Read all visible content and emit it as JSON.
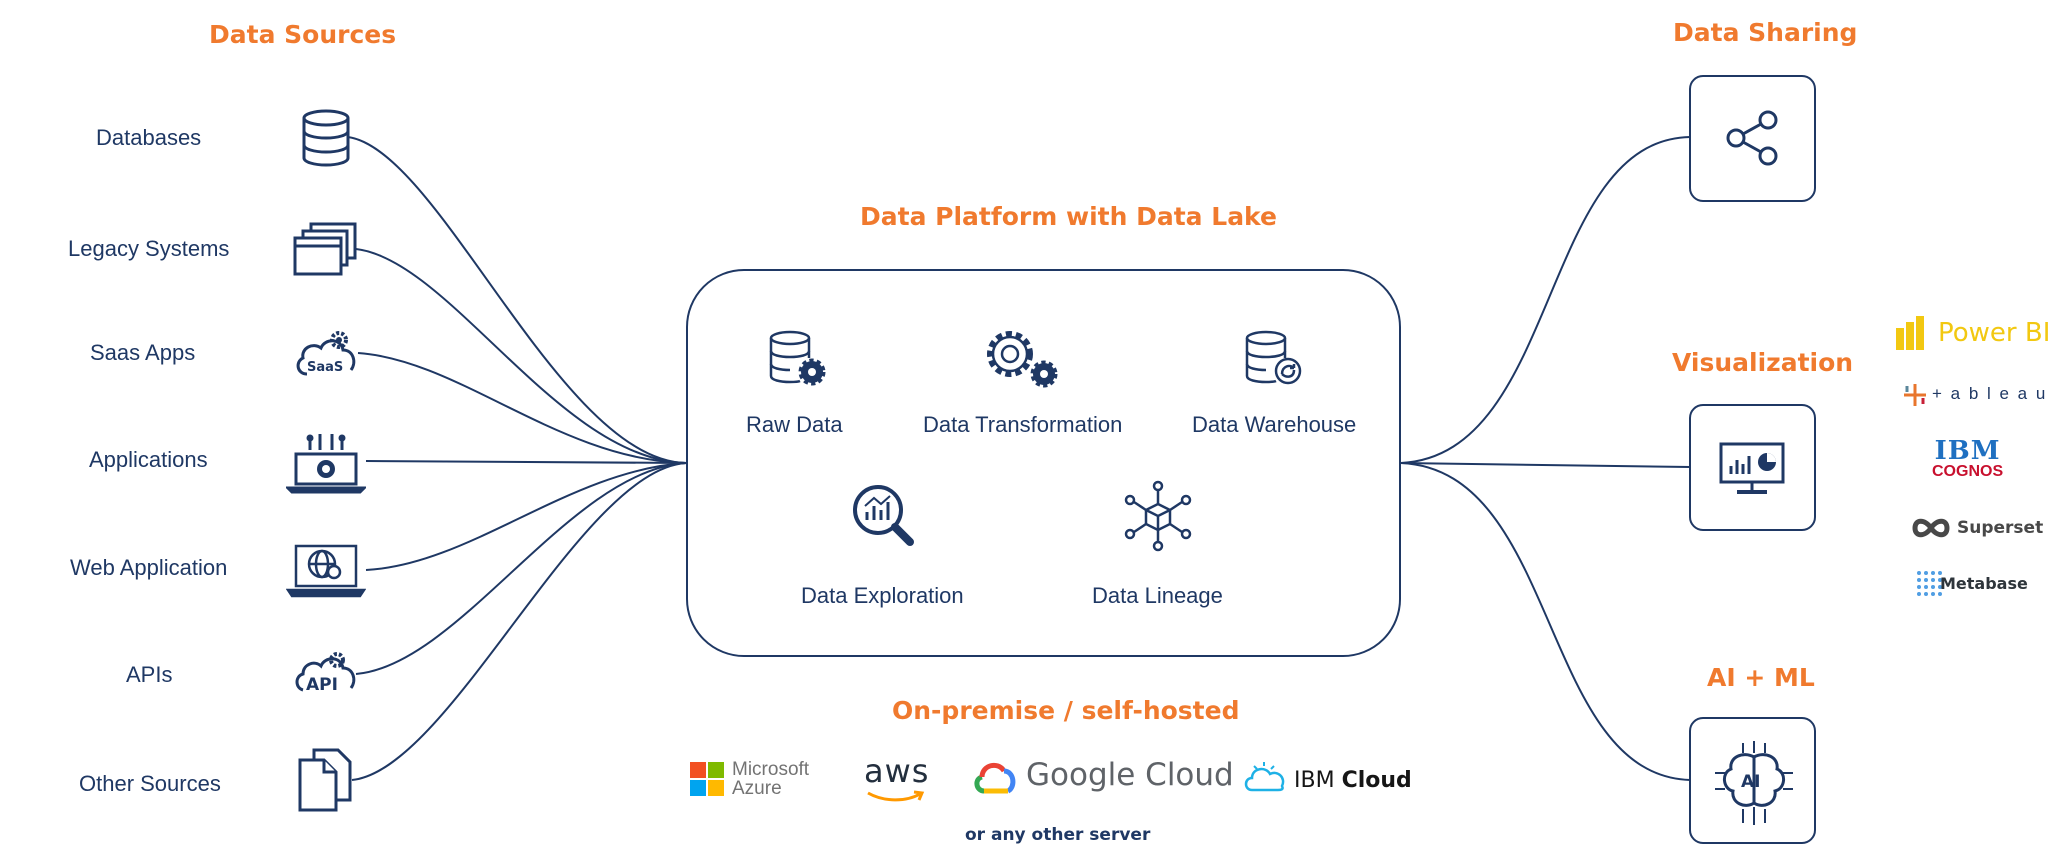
{
  "headers": {
    "data_sources": "Data Sources",
    "platform": "Data Platform with Data Lake",
    "data_sharing": "Data Sharing",
    "visualization": "Visualization",
    "ai_ml": "AI + ML",
    "on_premise": "On-premise / self-hosted",
    "other_server": "or any other server"
  },
  "sources": [
    {
      "label": "Databases",
      "icon": "database-icon"
    },
    {
      "label": "Legacy Systems",
      "icon": "stacked-windows-icon"
    },
    {
      "label": "Saas Apps",
      "icon": "saas-cloud-icon"
    },
    {
      "label": "Applications",
      "icon": "laptop-gear-icon"
    },
    {
      "label": "Web Application",
      "icon": "laptop-globe-icon"
    },
    {
      "label": "APIs",
      "icon": "api-cloud-icon"
    },
    {
      "label": "Other Sources",
      "icon": "documents-icon"
    }
  ],
  "platform_items": [
    {
      "label": "Raw Data",
      "icon": "database-gear-icon"
    },
    {
      "label": "Data Transformation",
      "icon": "gears-icon"
    },
    {
      "label": "Data Warehouse",
      "icon": "database-sync-icon"
    },
    {
      "label": "Data Exploration",
      "icon": "magnifier-chart-icon"
    },
    {
      "label": "Data Lineage",
      "icon": "cube-network-icon"
    }
  ],
  "hosting": {
    "azure_line1": "Microsoft",
    "azure_line2": "Azure",
    "aws": "aws",
    "google": "Google Cloud",
    "ibm_prefix": "IBM",
    "ibm_suffix": "Cloud"
  },
  "viz_tools": {
    "powerbi": "Power BI",
    "tableau": "+ a b l e a u",
    "ibm": "IBM",
    "cognos": "COGNOS",
    "superset": "Superset",
    "metabase": "Metabase"
  },
  "colors": {
    "navy": "#1f3864",
    "orange": "#f07a2e"
  }
}
